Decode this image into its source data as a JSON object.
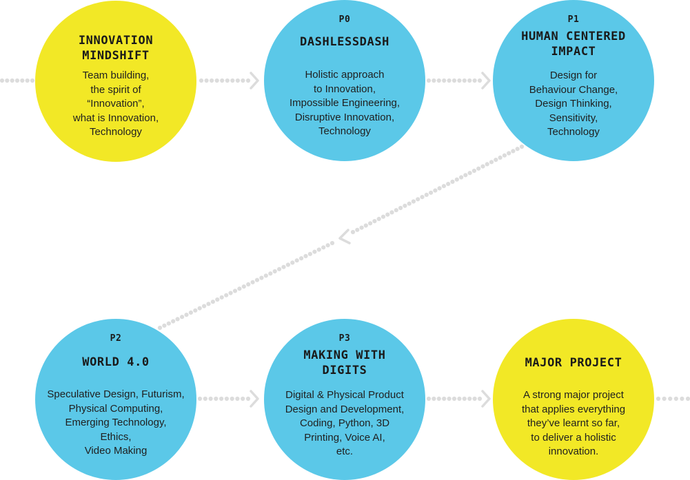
{
  "theme": {
    "cyan": "#5bc8e8",
    "yellow": "#f2e826",
    "connector": "#dcdcdc"
  },
  "nodes": [
    {
      "code": "",
      "title": "INNOVATION\nMINDSHIFT",
      "description": "Team building,\nthe spirit of\n“Innovation”,\nwhat is Innovation,\nTechnology",
      "color": "#f2e826"
    },
    {
      "code": "P0",
      "title": "DASHLESSDASH",
      "description": "Holistic approach\nto Innovation,\nImpossible Engineering,\nDisruptive Innovation,\nTechnology",
      "color": "#5bc8e8"
    },
    {
      "code": "P1",
      "title": "HUMAN CENTERED\nIMPACT",
      "description": "Design for\nBehaviour Change,\nDesign Thinking,\nSensitivity,\nTechnology",
      "color": "#5bc8e8"
    },
    {
      "code": "P2",
      "title": "WORLD 4.0",
      "description": "Speculative Design, Futurism,\nPhysical Computing,\nEmerging Technology,\nEthics,\nVideo Making",
      "color": "#5bc8e8"
    },
    {
      "code": "P3",
      "title": "MAKING WITH\nDIGITS",
      "description": "Digital & Physical Product\nDesign and Development,\nCoding, Python, 3D\nPrinting, Voice AI,\netc.",
      "color": "#5bc8e8"
    },
    {
      "code": "",
      "title": "MAJOR PROJECT",
      "description": "A strong major project\nthat applies everything\nthey’ve learnt so far,\nto deliver a holistic\ninnovation.",
      "color": "#f2e826"
    }
  ]
}
